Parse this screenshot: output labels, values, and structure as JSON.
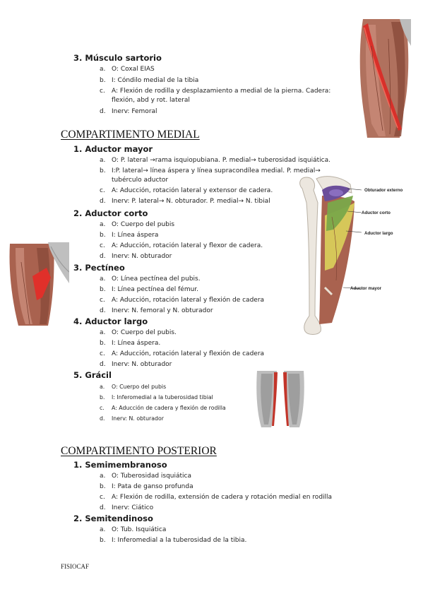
{
  "sartorio": {
    "title": "3.  Músculo sartorio",
    "items": [
      {
        "letter": "a.",
        "text": "O: Coxal EIAS"
      },
      {
        "letter": "b.",
        "text": "I: Cóndilo medial de la tibia"
      },
      {
        "letter": "c.",
        "text": "A: Flexión de rodilla y desplazamiento a medial de la pierna. Cadera:"
      },
      {
        "letter": "d.",
        "text": "Inerv: Femoral"
      }
    ],
    "c_cont": "flexión, abd y rot. lateral"
  },
  "medial": {
    "heading": "COMPARTIMENTO MEDIAL",
    "aductor_mayor": {
      "title": "1.  Aductor mayor",
      "a": "O: P. lateral →rama isquiopubiana. P. medial→ tuberosidad isquiática.",
      "b": "I:P. lateral→ línea áspera y línea supracondílea medial. P. medial→",
      "b_cont": "tubérculo aductor",
      "c": "A: Aducción, rotación lateral y extensor de cadera.",
      "d": "Inerv: P. lateral→ N. obturador. P. medial→ N. tibial"
    },
    "aductor_corto": {
      "title": "2.  Aductor corto",
      "items": [
        "O: Cuerpo del pubis",
        "I: Línea áspera",
        "A: Aducción, rotación lateral y flexor de cadera.",
        "Inerv: N. obturador"
      ]
    },
    "pectineo": {
      "title": "3.  Pectíneo",
      "items": [
        "O: Línea pectínea del pubis.",
        "I: Línea pectínea del fémur.",
        "A: Aducción, rotación lateral y flexión de cadera",
        "Inerv: N. femoral y N. obturador"
      ]
    },
    "aductor_largo": {
      "title": "4.  Aductor largo",
      "items": [
        "O: Cuerpo del pubis.",
        "I: Línea áspera.",
        "A: Aducción, rotación lateral y flexión de cadera",
        "Inerv: N. obturador"
      ]
    },
    "gracil": {
      "title": "5.  Grácil",
      "items": [
        "O: Cuerpo del pubis",
        "I: Inferomedial a la tuberosidad tibial",
        "A: Aducción de cadera y flexión de rodilla",
        "Inerv: N. obturador"
      ]
    }
  },
  "letters": [
    "a.",
    "b.",
    "c.",
    "d."
  ],
  "posterior": {
    "heading": "COMPARTIMENTO POSTERIOR",
    "semimembranoso": {
      "title": "1.  Semimembranoso",
      "items": [
        "O: Tuberosidad isquiática",
        "I: Pata de ganso profunda",
        "A: Flexión de rodilla, extensión de cadera y rotación medial en rodilla",
        "Inerv: Ciático"
      ]
    },
    "semitendinoso": {
      "title": "2.  Semitendinoso",
      "items": [
        "O: Tub. Isquiática",
        "I: Inferomedial a la tuberosidad de la tibia."
      ]
    }
  },
  "figure_labels": {
    "obturador_externo": "Obturador externo",
    "aductor_corto": "Aductor corto",
    "aductor_largo": "Aductor largo",
    "aductor_mayor": "Aductor mayor"
  },
  "footer": "FISIOCAF",
  "colors": {
    "muscle_dark": "#8a4b3a",
    "muscle_light": "#c98b78",
    "highlight_red": "#d8302a",
    "obturador_purple": "#6b4e9a",
    "aductor_corto_green": "#7aa84a",
    "aductor_largo_yellow": "#d8cc5a",
    "bone": "#ece7df"
  },
  "icons": [
    "sartorius-thigh-image",
    "adductor-brevis-thigh-image",
    "adductor-diagram-image",
    "gracilis-legs-image"
  ]
}
